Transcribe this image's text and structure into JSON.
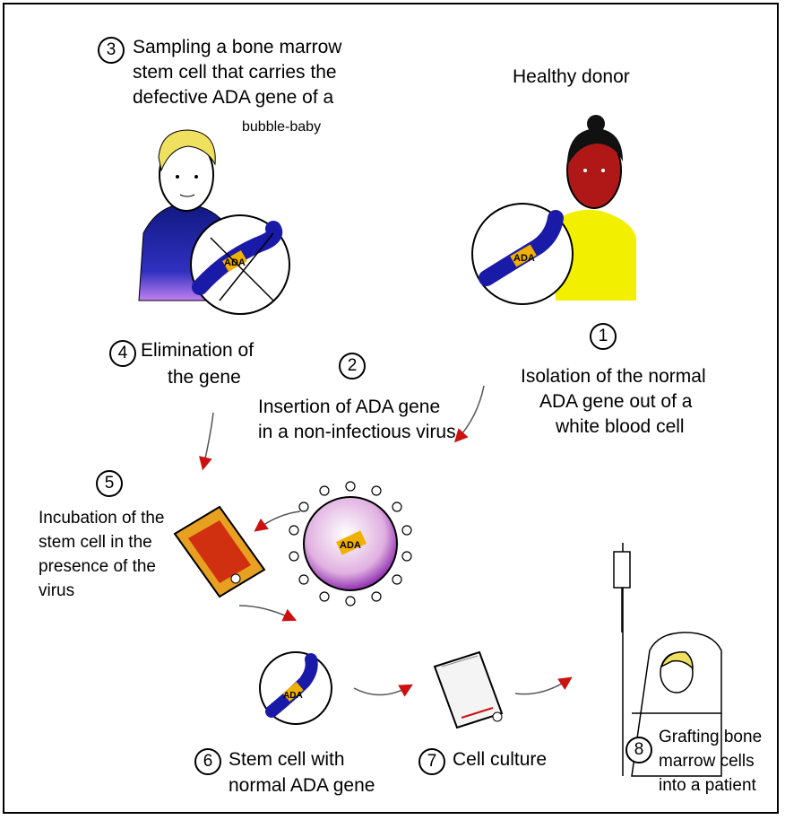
{
  "steps": [
    {
      "number": "1",
      "lines": [
        "Isolation of the normal",
        "ADA gene out of a",
        "white blood cell"
      ]
    },
    {
      "number": "2",
      "lines": [
        "Insertion of ADA gene",
        "in a non-infectious virus"
      ]
    },
    {
      "number": "3",
      "lines": [
        "Sampling a bone marrow",
        "stem cell that carries the",
        "defective ADA gene of a",
        "bubble-baby"
      ]
    },
    {
      "number": "4",
      "lines": [
        "Elimination of",
        "the gene"
      ]
    },
    {
      "number": "5",
      "lines": [
        "Incubation of the",
        "stem cell in the",
        "presence of the",
        "virus"
      ]
    },
    {
      "number": "6",
      "lines": [
        "Stem cell with",
        "normal ADA gene"
      ]
    },
    {
      "number": "7",
      "lines": [
        "Cell culture"
      ]
    },
    {
      "number": "8",
      "lines": [
        "Grafting bone",
        "marrow cells",
        "into a patient"
      ]
    }
  ],
  "healthy_donor_label": "Healthy donor",
  "gene_label": "ADA",
  "colors": {
    "gene": "#1a1aa8",
    "gene_label_bg": "#f0b000",
    "arrow": "#cc1111",
    "donor_shirt": "#f2f000",
    "donor_skin": "#b01818",
    "hair": "#f0e060"
  }
}
